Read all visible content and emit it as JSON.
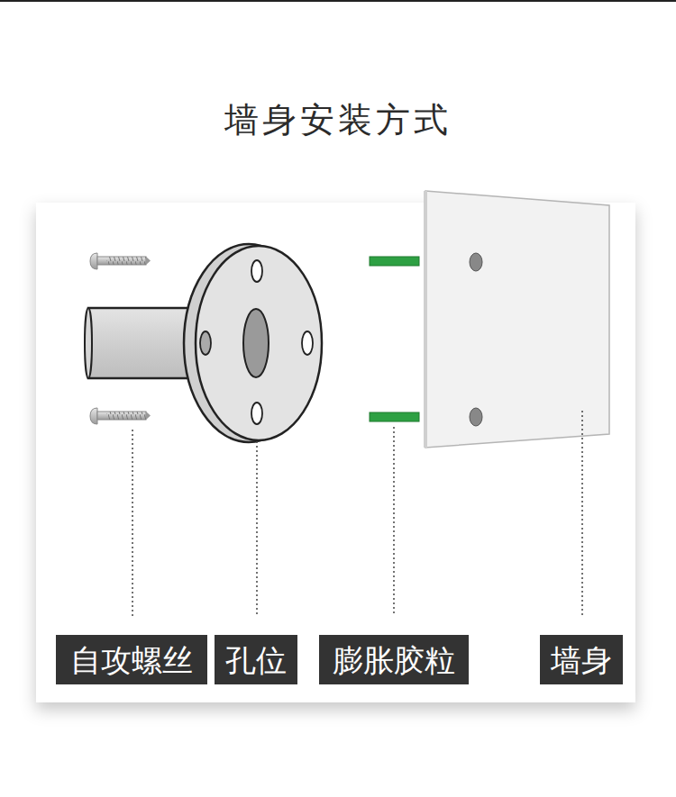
{
  "diagram": {
    "title": "墙身安装方式",
    "nodes": [
      {
        "text": [
          "自攻螺丝"
        ]
      },
      {
        "text": [
          "孔位"
        ]
      },
      {
        "text": [
          "膨胀胶粒"
        ]
      },
      {
        "text": [
          "墙身"
        ]
      }
    ]
  }
}
